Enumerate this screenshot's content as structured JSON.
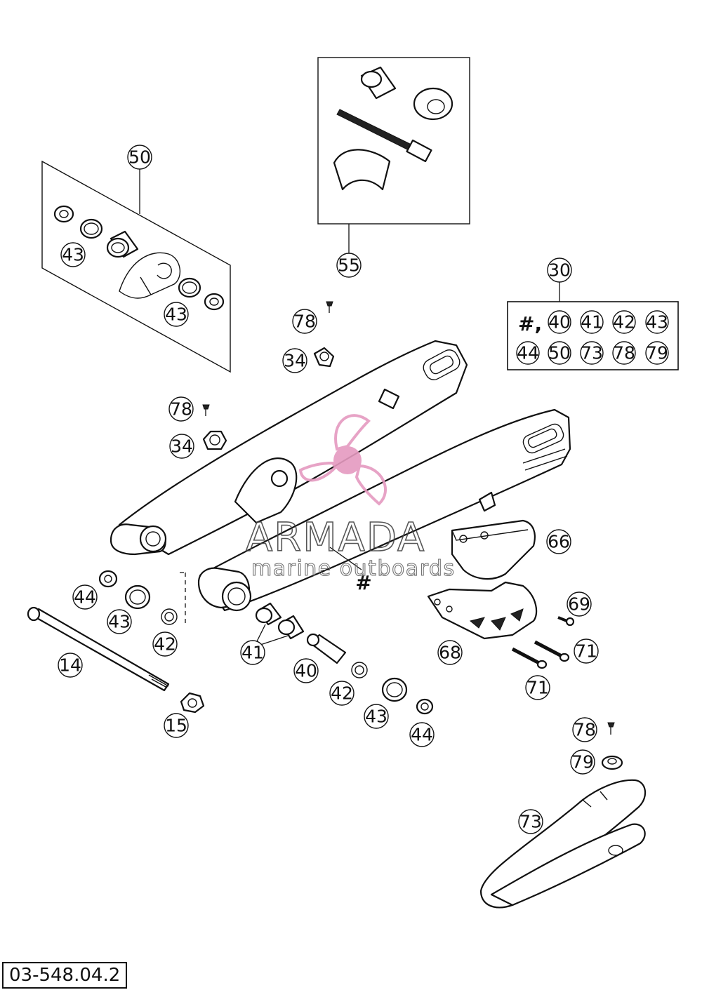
{
  "drawing_number": "03-548.04.2",
  "main_symbol": "#",
  "kit": {
    "title_number": "30",
    "hash_prefix": "#,",
    "row1": [
      "40",
      "41",
      "42",
      "43"
    ],
    "row2": [
      "44",
      "50",
      "73",
      "78",
      "79"
    ]
  },
  "callouts": {
    "c50": "50",
    "c43a": "43",
    "c43b": "43",
    "c55": "55",
    "c78a": "78",
    "c34a": "34",
    "c78b": "78",
    "c34b": "34",
    "c66": "66",
    "c44a": "44",
    "c43c": "43",
    "c42a": "42",
    "c14": "14",
    "c15": "15",
    "c41": "41",
    "c40": "40",
    "c42b": "42",
    "c43d": "43",
    "c44b": "44",
    "c68": "68",
    "c69": "69",
    "c71a": "71",
    "c71b": "71",
    "c78c": "78",
    "c79": "79",
    "c73": "73"
  },
  "watermark": {
    "brand": "ARMADA",
    "tagline": "marine outboards",
    "colors": {
      "logo": "#e59ac0",
      "logo_dark": "#d16aa0",
      "text": "#444444"
    }
  }
}
